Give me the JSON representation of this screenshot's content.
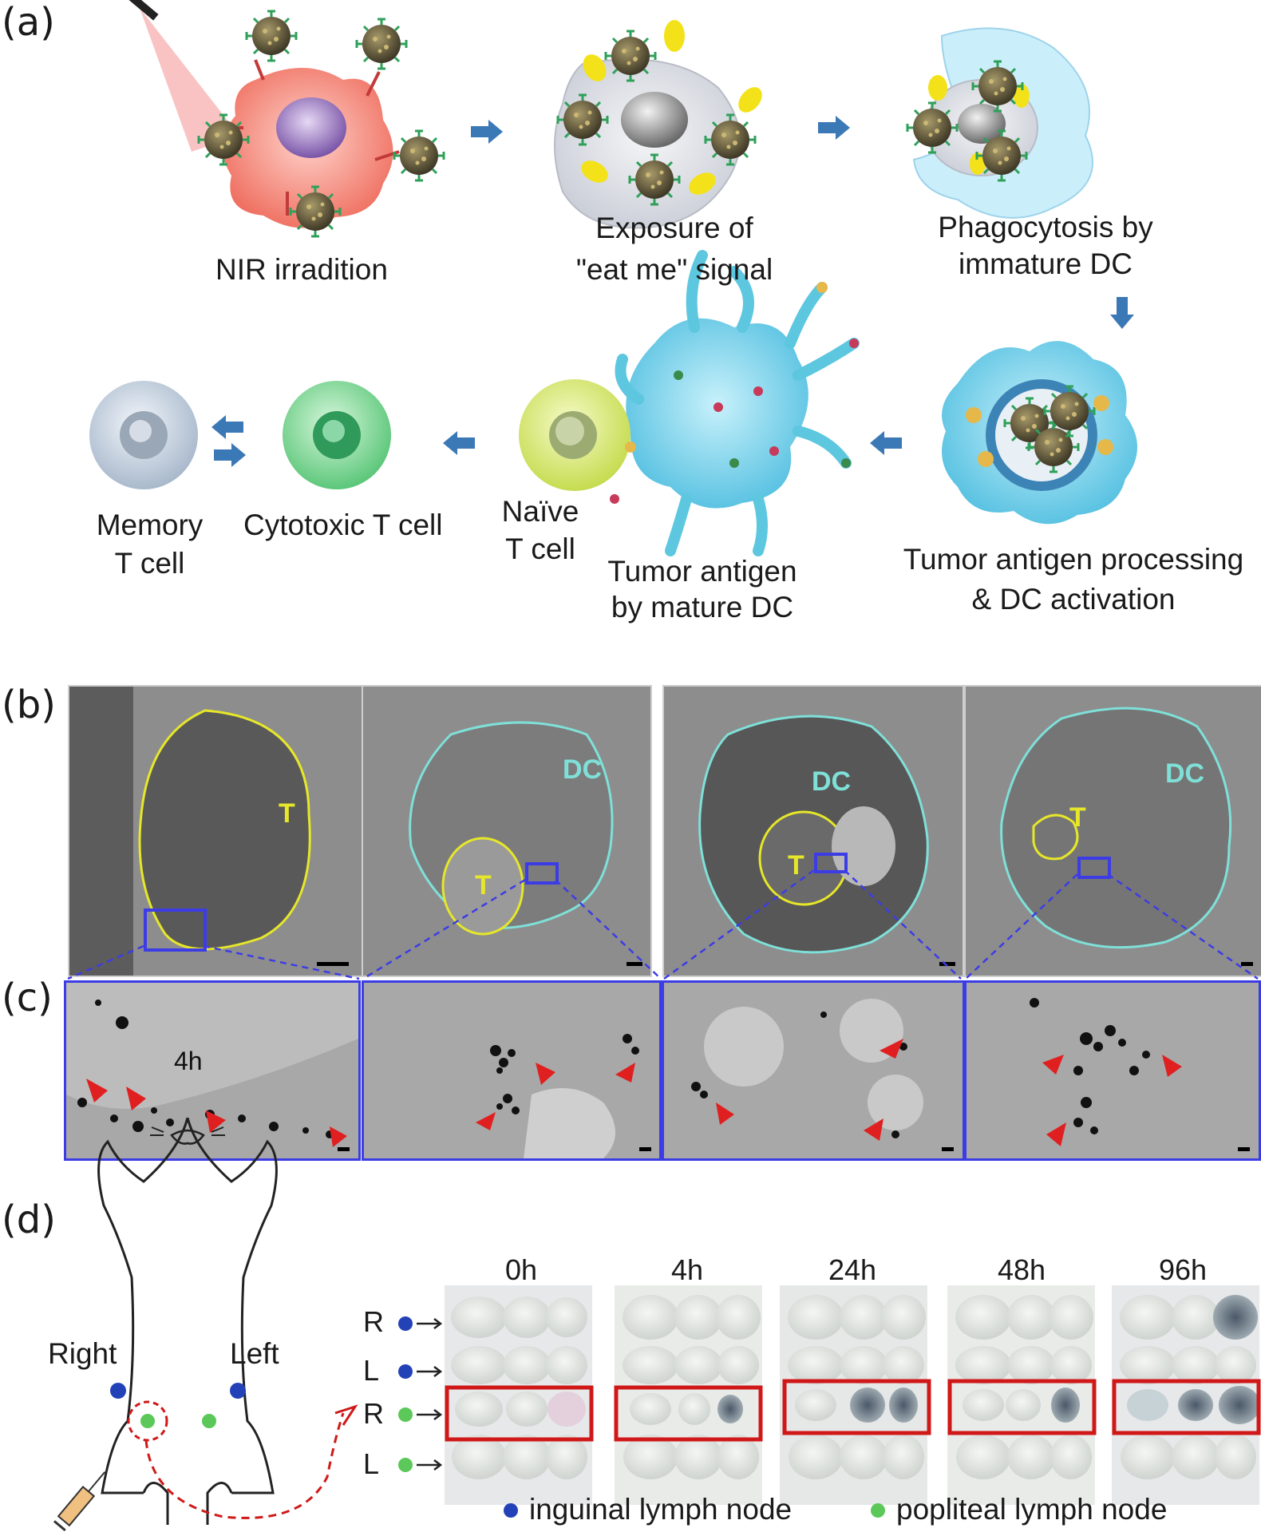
{
  "panels": {
    "a": "(a)",
    "b": "(b)",
    "c": "(c)",
    "d": "(d)"
  },
  "panel_a": {
    "captions": {
      "nir": "NIR irradition",
      "exposure_l1": "Exposure of",
      "exposure_l2": "\"eat me\" signal",
      "phago_l1": "Phagocytosis by",
      "phago_l2": "immature DC",
      "processing_l1": "Tumor antigen processing",
      "processing_l2": "& DC activation",
      "mature_l1": "Tumor antigen",
      "mature_l2": "by mature DC",
      "naive_l1": "Naïve",
      "naive_l2": "T cell",
      "cytotoxic": "Cytotoxic T cell",
      "memory_l1": "Memory",
      "memory_l2": "T cell"
    },
    "colors": {
      "arrow": "#3b78b6",
      "tumor_cell": "#ee6b5c",
      "dc": "#5dc7e0",
      "signal": "#f3e21a"
    }
  },
  "panel_b": {
    "labels": {
      "t1": "T",
      "dc2": "DC",
      "t2": "T",
      "dc3": "DC",
      "t3": "T",
      "dc4": "DC",
      "t4": "T"
    },
    "colors": {
      "t_outline": "#e6e62a",
      "dc_outline": "#7fe0d8",
      "box": "#3c3ce6"
    }
  },
  "panel_c": {
    "time_label": "4h",
    "colors": {
      "arrowhead": "#e02020"
    }
  },
  "panel_d": {
    "sides": {
      "right": "Right",
      "left": "Left"
    },
    "times": [
      "0h",
      "4h",
      "24h",
      "48h",
      "96h"
    ],
    "rows": [
      "R",
      "L",
      "R",
      "L"
    ],
    "legend": {
      "inguinal": "inguinal lymph node",
      "popliteal": "popliteal lymph node"
    },
    "colors": {
      "inguinal": "#2342b8",
      "popliteal": "#5cc85a",
      "highlight": "#d01818"
    }
  }
}
